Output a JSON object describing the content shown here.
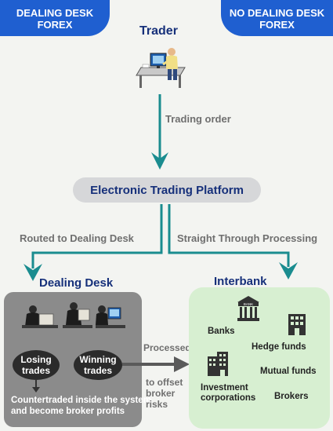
{
  "corner_left": {
    "line1": "DEALING DESK",
    "line2": "FOREX"
  },
  "corner_right": {
    "line1": "NO DEALING DESK",
    "line2": "FOREX"
  },
  "trader": {
    "title": "Trader",
    "icon": "trader-at-desk-icon"
  },
  "trading_order": "Trading order",
  "platform": "Electronic Trading Platform",
  "routes": {
    "left": "Routed to Dealing Desk",
    "right": "Straight Through Processing"
  },
  "dealing_desk": {
    "title": "Dealing Desk",
    "losing": {
      "line1": "Losing",
      "line2": "trades"
    },
    "winning": {
      "line1": "Winning",
      "line2": "trades"
    },
    "note_line1": "Countertraded inside the system",
    "note_line2": "and become broker profits"
  },
  "processed": {
    "line1": "Processed",
    "line2": "to offset",
    "line3": "broker",
    "line4": "risks"
  },
  "interbank": {
    "title": "Interbank",
    "banks": "Banks",
    "bank_sign": "BANK",
    "hedge_funds": "Hedge funds",
    "investment_line1": "Investment",
    "investment_line2": "corporations",
    "mutual_funds": "Mutual funds",
    "brokers": "Brokers"
  },
  "colors": {
    "arrow_teal": "#1a8c8f",
    "navy": "#16307a",
    "corner_blue": "#1f5fd0",
    "desk_grey": "#8b8b8b",
    "interbank_green": "#d7efd1"
  }
}
